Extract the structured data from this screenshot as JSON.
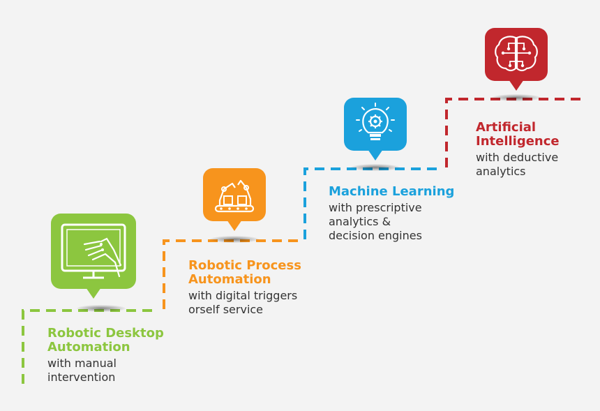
{
  "colors": {
    "green": "#8cc63f",
    "orange": "#f7941d",
    "blue": "#1ba1dc",
    "red": "#c1272d"
  },
  "steps": [
    {
      "title_line1": "Robotic Desktop",
      "title_line2": "Automation",
      "desc_line1": "with manual",
      "desc_line2": "intervention",
      "icon": "monitor-robot-hand-icon",
      "color": "#8cc63f"
    },
    {
      "title_line1": "Robotic Process",
      "title_line2": "Automation",
      "desc_line1": "with digital triggers",
      "desc_line2": "orself service",
      "icon": "robot-arms-conveyor-icon",
      "color": "#f7941d"
    },
    {
      "title_line1": "Machine Learning",
      "desc_line1": "with prescriptive",
      "desc_line2": "analytics &",
      "desc_line3": "decision engines",
      "icon": "gear-lightbulb-icon",
      "color": "#1ba1dc"
    },
    {
      "title_line1": "Artificial",
      "title_line2": "Intelligence",
      "desc_line1": "with deductive",
      "desc_line2": "analytics",
      "icon": "circuit-brain-icon",
      "color": "#c1272d"
    }
  ]
}
